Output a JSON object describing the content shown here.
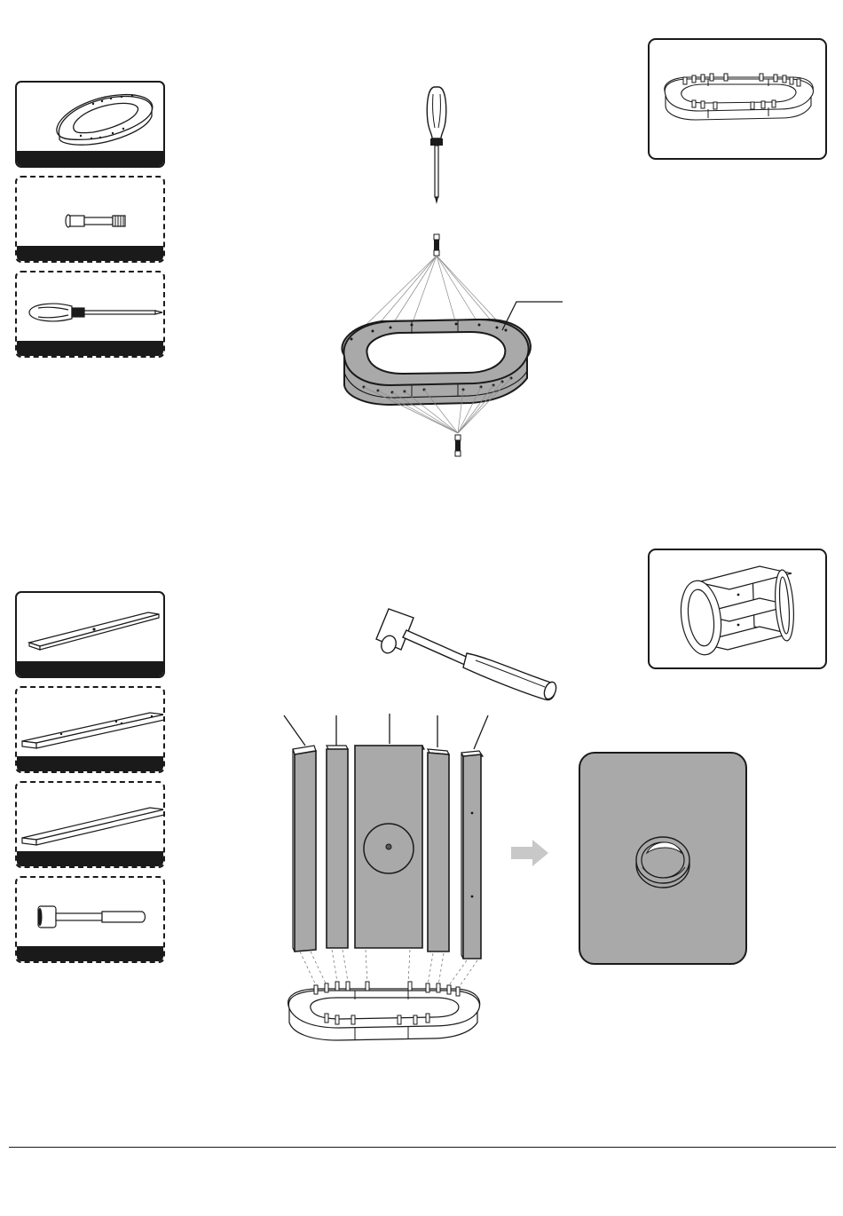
{
  "page": {
    "background": "#ffffff",
    "line_color": "#1a1a1a",
    "panel_fill": "#a9a9a9",
    "arrow_color": "#c8c8c8"
  },
  "step1": {
    "parts": [
      {
        "icon": "oval-base-frame-icon",
        "style": "solid"
      },
      {
        "icon": "cam-dowel-bolt-icon",
        "style": "dashed"
      },
      {
        "icon": "phillips-screwdriver-icon",
        "style": "dashed"
      }
    ],
    "tool": "phillips-screwdriver-icon",
    "assembly": "oval-base-frame-with-dowels",
    "result": "oval-frame-with-dowels-inserted-icon"
  },
  "step2": {
    "parts": [
      {
        "icon": "wide-panel-with-hole-icon",
        "style": "solid"
      },
      {
        "icon": "narrow-slat-with-holes-icon",
        "style": "dashed"
      },
      {
        "icon": "narrow-slat-icon",
        "style": "dashed"
      },
      {
        "icon": "rubber-mallet-icon",
        "style": "dashed"
      }
    ],
    "tool": "rubber-mallet-icon",
    "panels_count": 5,
    "detail": "cable-grommet-detail-icon",
    "result": "oval-cabinet-frame-icon"
  }
}
